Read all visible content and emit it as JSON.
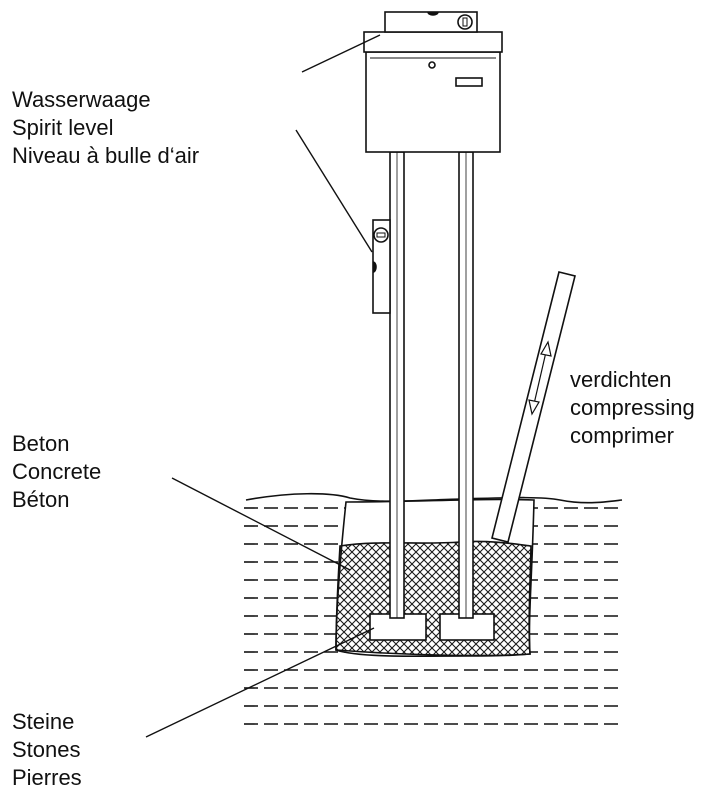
{
  "labels": {
    "spirit_level": [
      "Wasserwaage",
      "Spirit level",
      "Niveau à bulle d‘air"
    ],
    "compressing": [
      "verdichten",
      "compressing",
      "comprimer"
    ],
    "concrete": [
      "Beton",
      "Concrete",
      "Béton"
    ],
    "stones": [
      "Steine",
      "Stones",
      "Pierres"
    ]
  },
  "colors": {
    "line": "#111111",
    "background": "#ffffff",
    "hatch": "#1a1a1a"
  }
}
